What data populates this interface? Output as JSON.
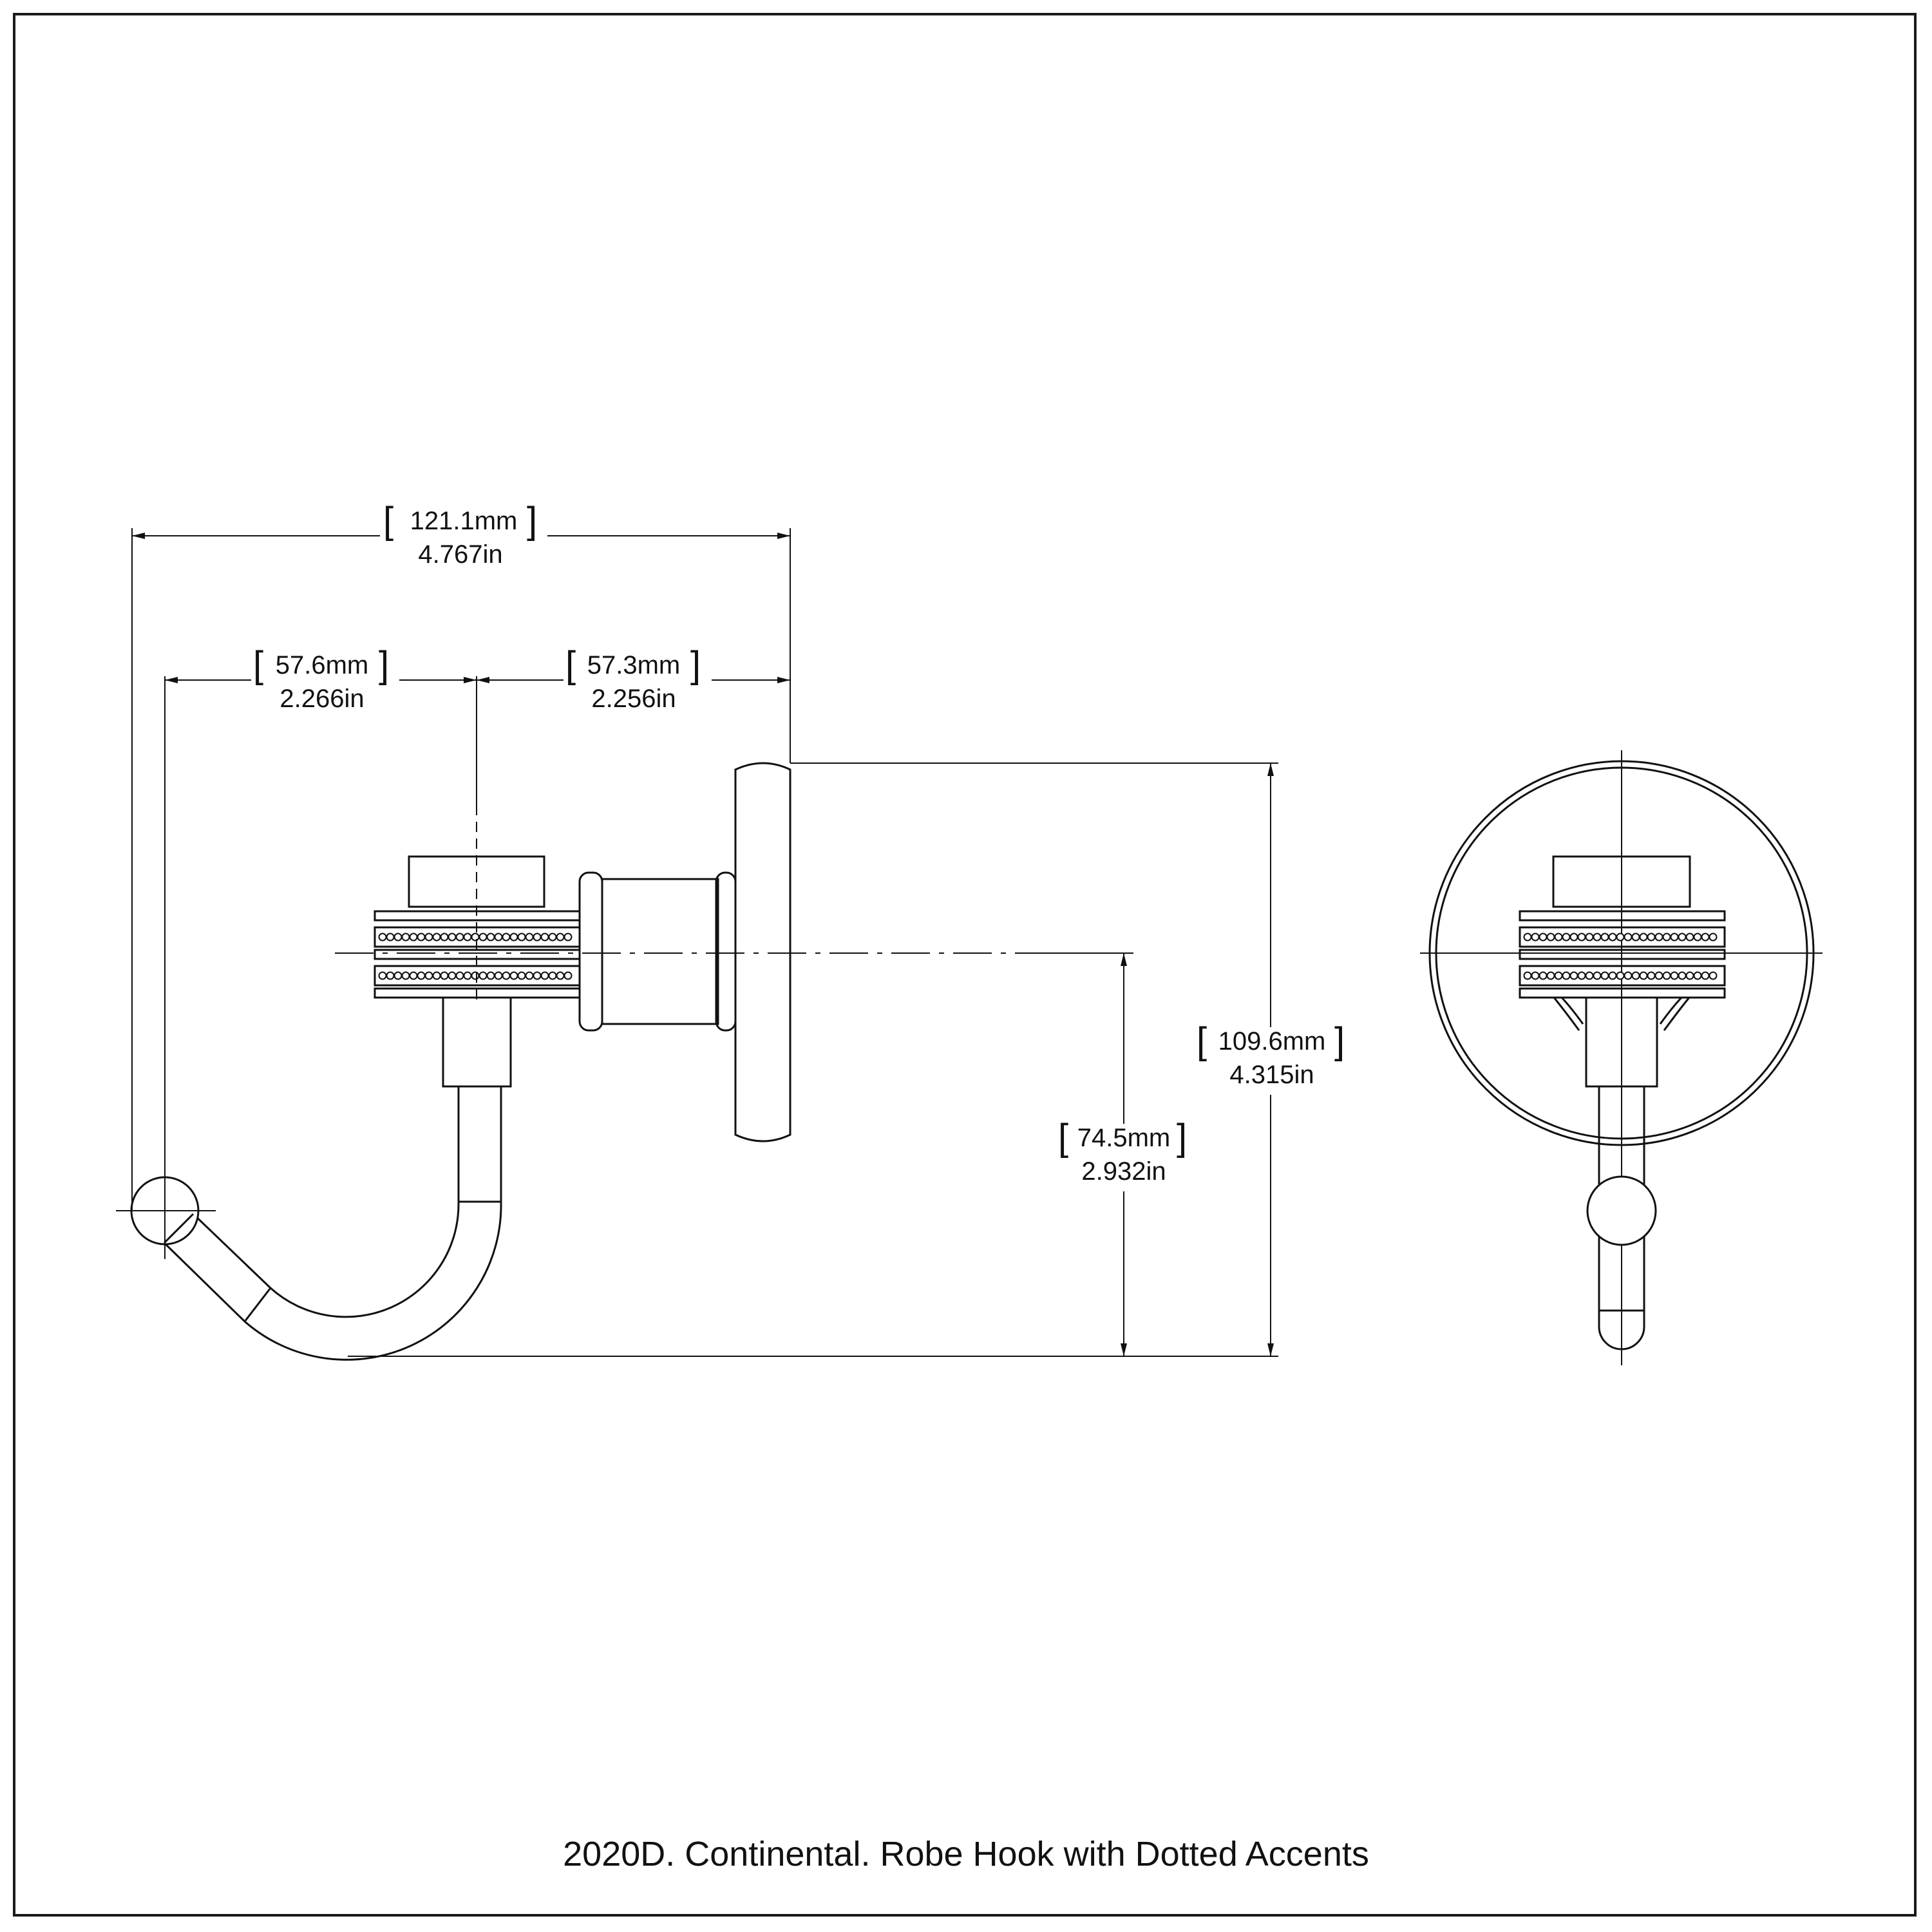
{
  "drawing": {
    "caption": "2020D. Continental. Robe Hook with Dotted Accents",
    "dimensions": {
      "overall_depth": {
        "mm": "121.1mm",
        "in": "4.767in"
      },
      "hook_reach": {
        "mm": "57.6mm",
        "in": "2.266in"
      },
      "post_depth": {
        "mm": "57.3mm",
        "in": "2.256in"
      },
      "overall_height": {
        "mm": "109.6mm",
        "in": "4.315in"
      },
      "center_to_bottom": {
        "mm": "74.5mm",
        "in": "2.932in"
      }
    },
    "views": [
      "side-view",
      "front-view"
    ]
  }
}
